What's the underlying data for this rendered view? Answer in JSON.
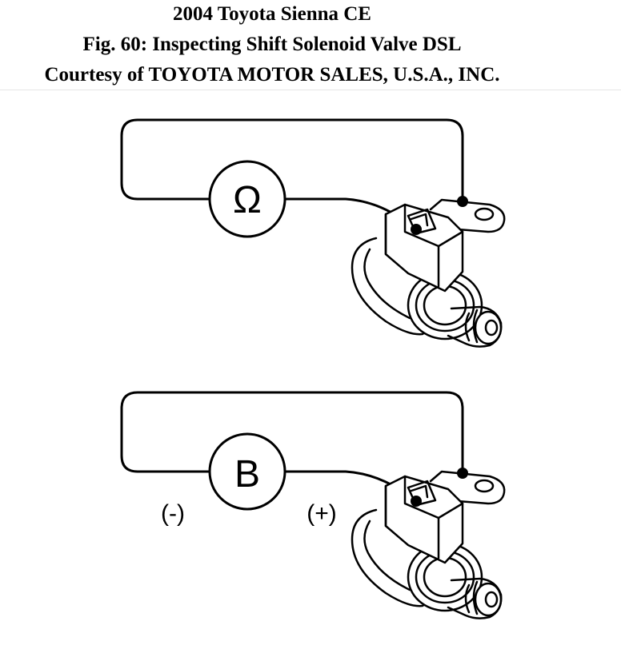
{
  "header": {
    "line1": "2004 Toyota Sienna CE",
    "line2": "Fig. 60: Inspecting Shift Solenoid Valve DSL",
    "line3": "Courtesy of TOYOTA MOTOR SALES, U.S.A., INC."
  },
  "diagram": {
    "top": {
      "meter_symbol": "Ω"
    },
    "bottom": {
      "meter_symbol": "B",
      "negative_label": "(-)",
      "positive_label": "(+)"
    }
  }
}
